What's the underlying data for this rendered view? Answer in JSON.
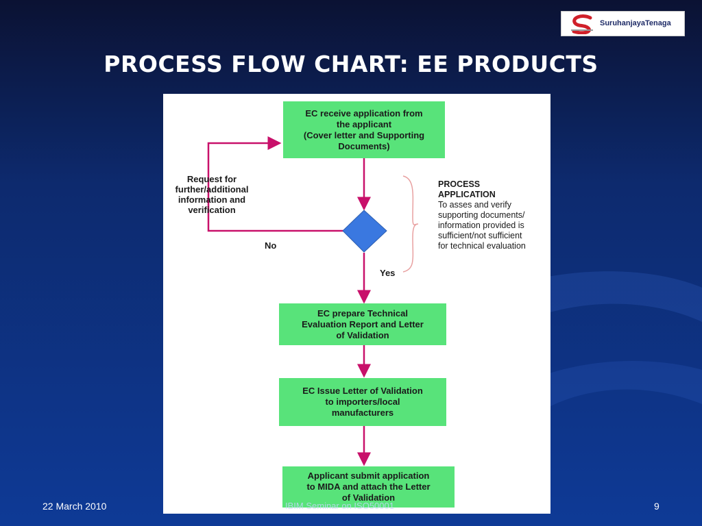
{
  "slide": {
    "title": "PROCESS FLOW CHART: EE PRODUCTS",
    "logo_text": "SuruhanjayaTenaga",
    "footer_date": "22 March 2010",
    "footer_center": "IBIM Seminar on ISO50001",
    "page_number": "9"
  },
  "flow": {
    "box1": {
      "line1": "EC receive application from",
      "line2": "the applicant",
      "line3": "(Cover letter and Supporting",
      "line4": "Documents)"
    },
    "feedback_label": {
      "line1": "Request for",
      "line2": "further/additional",
      "line3": "information and",
      "line4": "verification"
    },
    "no_label": "No",
    "yes_label": "Yes",
    "note": {
      "heading1": "PROCESS",
      "heading2": "APPLICATION",
      "line1": "To asses and verify",
      "line2": "supporting documents/",
      "line3": "information  provided is",
      "line4": "sufficient/not sufficient",
      "line5": "for technical evaluation"
    },
    "box2": {
      "line1": "EC prepare Technical",
      "line2": "Evaluation Report and Letter",
      "line3": "of Validation"
    },
    "box3": {
      "line1": "EC Issue Letter of Validation",
      "line2": "to importers/local",
      "line3": "manufacturers"
    },
    "box4": {
      "line1": "Applicant submit application",
      "line2": "to MIDA and attach the Letter",
      "line3": "of Validation"
    }
  },
  "colors": {
    "box_fill": "#58e37a",
    "connector": "#c8106a",
    "decision_fill": "#3a78e0",
    "brace": "#e8a0a0"
  }
}
